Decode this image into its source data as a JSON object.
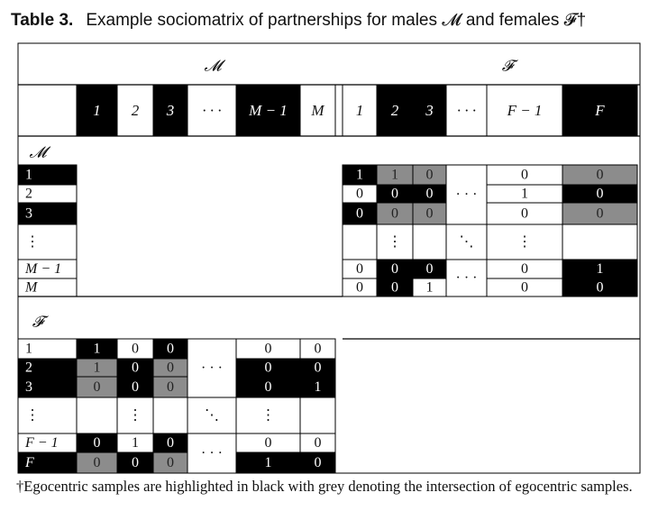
{
  "title": {
    "label": "Table 3.",
    "text": "Example sociomatrix of partnerships for males 𝓜 and females 𝓕†"
  },
  "group_labels": {
    "males": "𝓜",
    "females": "𝓕"
  },
  "male_headers": [
    "1",
    "2",
    "3",
    "· · ·",
    "M − 1",
    "M"
  ],
  "female_headers": [
    "1",
    "2",
    "3",
    "· · ·",
    "F − 1",
    "F"
  ],
  "male_rows": [
    {
      "label": "1",
      "values": [
        "1",
        "1",
        "0",
        "",
        "0",
        "0"
      ]
    },
    {
      "label": "2",
      "values": [
        "0",
        "0",
        "0",
        "· · ·",
        "1",
        "0"
      ]
    },
    {
      "label": "3",
      "values": [
        "0",
        "0",
        "0",
        "",
        "0",
        "0"
      ]
    },
    {
      "label": "⋮",
      "values": [
        "",
        "⋮",
        "",
        "⋱",
        "⋮",
        ""
      ]
    },
    {
      "label": "M − 1",
      "values": [
        "0",
        "0",
        "0",
        "",
        "0",
        "1"
      ]
    },
    {
      "label": "M",
      "values": [
        "0",
        "0",
        "1",
        "· · ·",
        "0",
        "0"
      ]
    }
  ],
  "female_rows": [
    {
      "label": "1",
      "values": [
        "1",
        "0",
        "0",
        "",
        "0",
        "0"
      ]
    },
    {
      "label": "2",
      "values": [
        "1",
        "0",
        "0",
        "· · ·",
        "0",
        "0"
      ]
    },
    {
      "label": "3",
      "values": [
        "0",
        "0",
        "0",
        "",
        "0",
        "1"
      ]
    },
    {
      "label": "⋮",
      "values": [
        "",
        "⋮",
        "",
        "⋱",
        "⋮",
        ""
      ]
    },
    {
      "label": "F − 1",
      "values": [
        "0",
        "1",
        "0",
        "",
        "0",
        "0"
      ]
    },
    {
      "label": "F",
      "values": [
        "0",
        "0",
        "0",
        "· · ·",
        "1",
        "0"
      ]
    }
  ],
  "footnote": "†Egocentric samples are highlighted in black with grey denoting the intersection of egocentric samples.",
  "colors": {
    "black": "#000000",
    "grey": "#8c8c8c",
    "white": "#ffffff"
  }
}
